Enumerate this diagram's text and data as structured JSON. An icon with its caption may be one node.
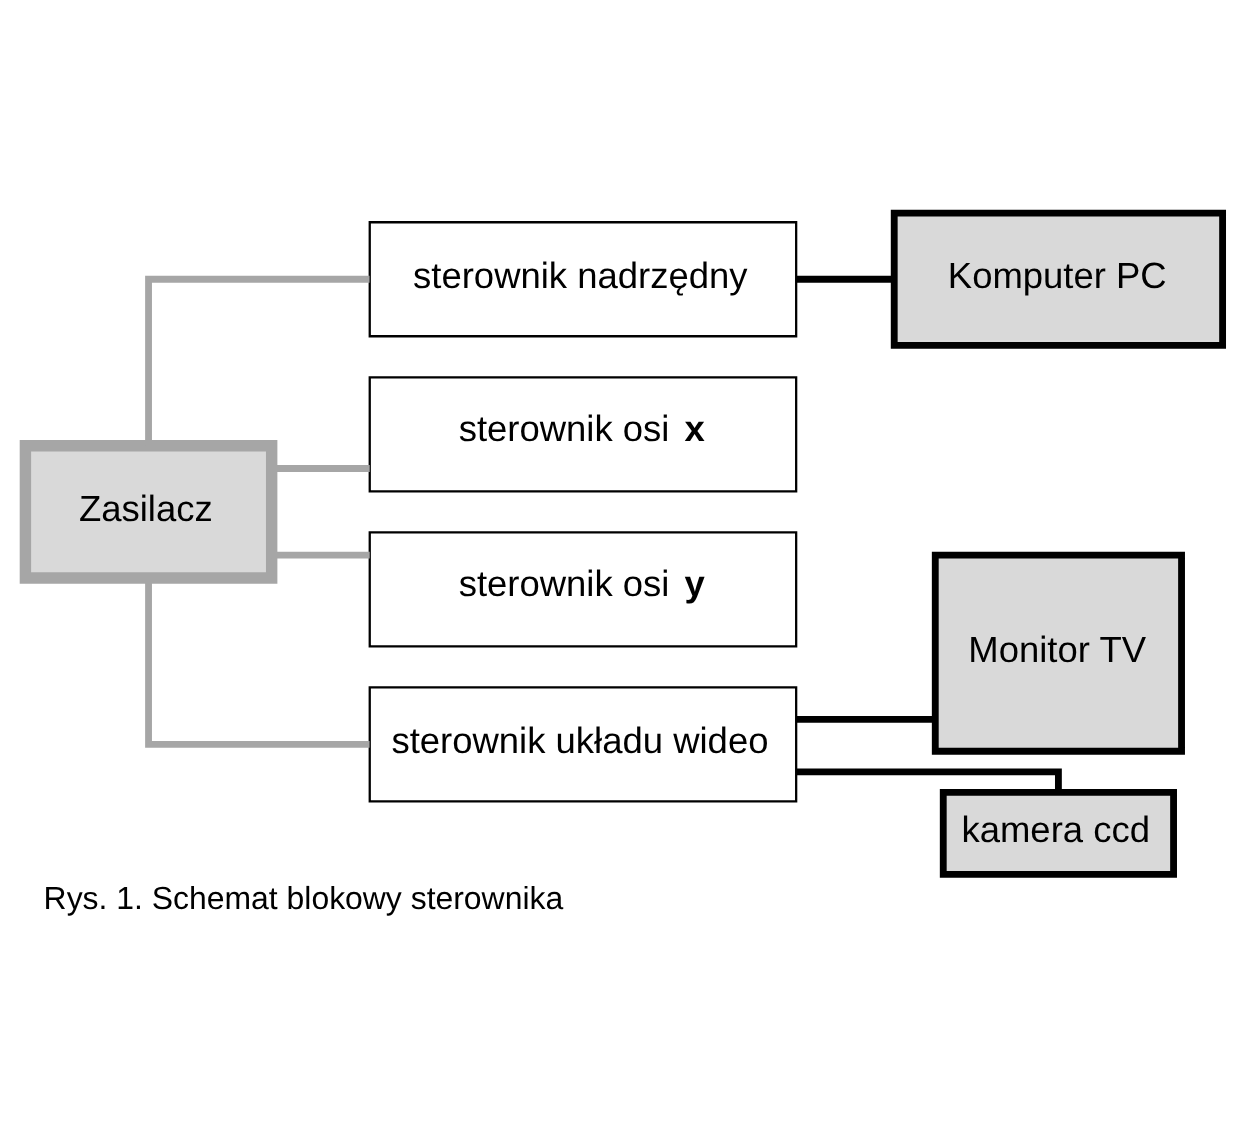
{
  "diagram": {
    "caption": "Rys. 1. Schemat blokowy sterownika",
    "nodes": [
      {
        "text": [
          "Zasilacz"
        ]
      },
      {
        "text": [
          "sterownik nadrzędny"
        ]
      },
      {
        "text": [
          "sterownik osi **x**"
        ]
      },
      {
        "text": [
          "sterownik osi **y**"
        ]
      },
      {
        "text": [
          "sterownik układu wideo"
        ]
      },
      {
        "text": [
          "Komputer PC"
        ]
      },
      {
        "text": [
          "Monitor TV"
        ]
      },
      {
        "text": [
          "kamera ccd"
        ]
      }
    ],
    "edges": [
      {
        "from": 0,
        "to": 1,
        "arrow": "none",
        "color": "#a6a6a6"
      },
      {
        "from": 0,
        "to": 2,
        "arrow": "none",
        "color": "#a6a6a6"
      },
      {
        "from": 0,
        "to": 3,
        "arrow": "none",
        "color": "#a6a6a6"
      },
      {
        "from": 0,
        "to": 4,
        "arrow": "none",
        "color": "#a6a6a6"
      },
      {
        "from": 1,
        "to": 5,
        "arrow": "none",
        "color": "#000000"
      },
      {
        "from": 4,
        "to": 6,
        "arrow": "none",
        "color": "#000000"
      },
      {
        "from": 4,
        "to": 7,
        "arrow": "none",
        "color": "#000000"
      }
    ]
  }
}
